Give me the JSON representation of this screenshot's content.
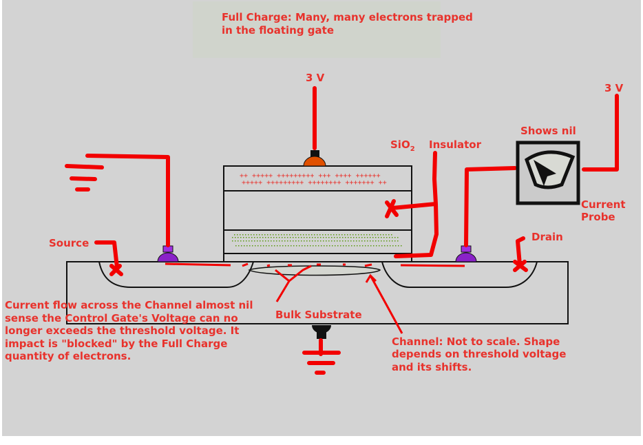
{
  "title": "Full Charge:  Many, many  electrons  trapped in the floating gate",
  "title_lines": [
    "Full Charge:  Many, many  electrons  trapped",
    "in the floating gate"
  ],
  "gate_voltage": "3 V",
  "drain_voltage": "3 V",
  "labels": {
    "sio2": "SiO",
    "sio2_sub": "2",
    "insulator": "Insulator",
    "shows_nil": "Shows nil",
    "current_probe": [
      "Current",
      "Probe"
    ],
    "source": "Source",
    "drain": "Drain",
    "bulk_substrate": "Bulk Substrate",
    "current_flow": [
      "Current flow across the Channel almost nil",
      "sense the Control Gate's Voltage can no",
      "longer exceeds the threshold voltage.  It",
      "impact is \"blocked\" by the Full Charge",
      "quantity of electrons."
    ],
    "channel": [
      "Channel: Not to scale.  Shape",
      "depends on threshold voltage",
      "and its shifts."
    ]
  },
  "control_gate_charges": [
    "++  +++++ +++++++++  +++ ++++  ++++++",
    "+++++  +++++++++ ++++++++  +++++++  ++"
  ],
  "colors": {
    "annotation": "#e8322c",
    "wire": "#f20000",
    "background": "#d3d3d3",
    "floating_gate_electrons": "#5a9a10",
    "terminal_gate": "#e05000",
    "terminal_source_drain": "#8a22c8"
  }
}
